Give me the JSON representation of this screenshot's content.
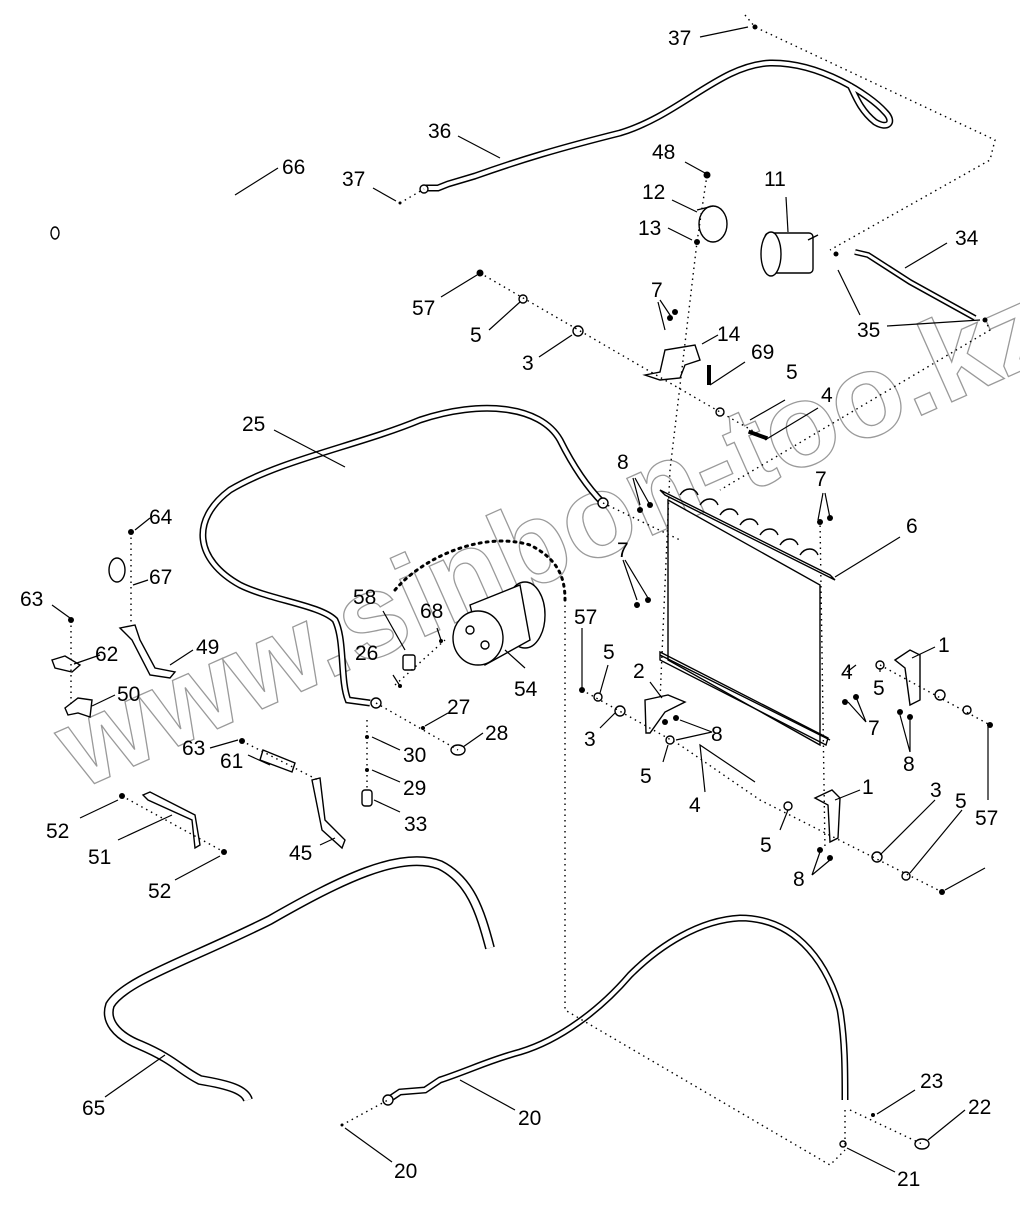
{
  "diagram": {
    "title": "Air conditioning – condenser, compressor and lines (exploded view)",
    "watermark": "www.sinbon-too.kz",
    "callouts": [
      {
        "id": "c37a",
        "text": "37"
      },
      {
        "id": "c36",
        "text": "36"
      },
      {
        "id": "c66",
        "text": "66"
      },
      {
        "id": "c37b",
        "text": "37"
      },
      {
        "id": "c48",
        "text": "48"
      },
      {
        "id": "c11",
        "text": "11"
      },
      {
        "id": "c12",
        "text": "12"
      },
      {
        "id": "c13",
        "text": "13"
      },
      {
        "id": "c34",
        "text": "34"
      },
      {
        "id": "c57a",
        "text": "57"
      },
      {
        "id": "c5a",
        "text": "5"
      },
      {
        "id": "c3a",
        "text": "3"
      },
      {
        "id": "c7a",
        "text": "7"
      },
      {
        "id": "c14",
        "text": "14"
      },
      {
        "id": "c69",
        "text": "69"
      },
      {
        "id": "c35",
        "text": "35"
      },
      {
        "id": "c5b",
        "text": "5"
      },
      {
        "id": "c4a",
        "text": "4"
      },
      {
        "id": "c25",
        "text": "25"
      },
      {
        "id": "c8a",
        "text": "8"
      },
      {
        "id": "c7b",
        "text": "7"
      },
      {
        "id": "c6",
        "text": "6"
      },
      {
        "id": "c64",
        "text": "64"
      },
      {
        "id": "c67",
        "text": "67"
      },
      {
        "id": "c7c",
        "text": "7"
      },
      {
        "id": "c63a",
        "text": "63"
      },
      {
        "id": "c58",
        "text": "58"
      },
      {
        "id": "c68",
        "text": "68"
      },
      {
        "id": "c57b",
        "text": "57"
      },
      {
        "id": "c49",
        "text": "49"
      },
      {
        "id": "c62",
        "text": "62"
      },
      {
        "id": "c26",
        "text": "26"
      },
      {
        "id": "c5c",
        "text": "5"
      },
      {
        "id": "c1a",
        "text": "1"
      },
      {
        "id": "c4b",
        "text": "4"
      },
      {
        "id": "c5d",
        "text": "5"
      },
      {
        "id": "c2",
        "text": "2"
      },
      {
        "id": "c54",
        "text": "54"
      },
      {
        "id": "c50",
        "text": "50"
      },
      {
        "id": "c27",
        "text": "27"
      },
      {
        "id": "c28",
        "text": "28"
      },
      {
        "id": "c3b",
        "text": "3"
      },
      {
        "id": "c8b",
        "text": "8"
      },
      {
        "id": "c7d",
        "text": "7"
      },
      {
        "id": "c8c",
        "text": "8"
      },
      {
        "id": "c63b",
        "text": "63"
      },
      {
        "id": "c30",
        "text": "30"
      },
      {
        "id": "c5e",
        "text": "5"
      },
      {
        "id": "c61",
        "text": "61"
      },
      {
        "id": "c29",
        "text": "29"
      },
      {
        "id": "c4c",
        "text": "4"
      },
      {
        "id": "c1b",
        "text": "1"
      },
      {
        "id": "c3c",
        "text": "3"
      },
      {
        "id": "c5f",
        "text": "5"
      },
      {
        "id": "c52a",
        "text": "52"
      },
      {
        "id": "c33",
        "text": "33"
      },
      {
        "id": "c5g",
        "text": "5"
      },
      {
        "id": "c57c",
        "text": "57"
      },
      {
        "id": "c51",
        "text": "51"
      },
      {
        "id": "c45",
        "text": "45"
      },
      {
        "id": "c8d",
        "text": "8"
      },
      {
        "id": "c52b",
        "text": "52"
      },
      {
        "id": "c23",
        "text": "23"
      },
      {
        "id": "c22",
        "text": "22"
      },
      {
        "id": "c65",
        "text": "65"
      },
      {
        "id": "c20a",
        "text": "20"
      },
      {
        "id": "c20b",
        "text": "20"
      },
      {
        "id": "c21",
        "text": "21"
      }
    ]
  }
}
